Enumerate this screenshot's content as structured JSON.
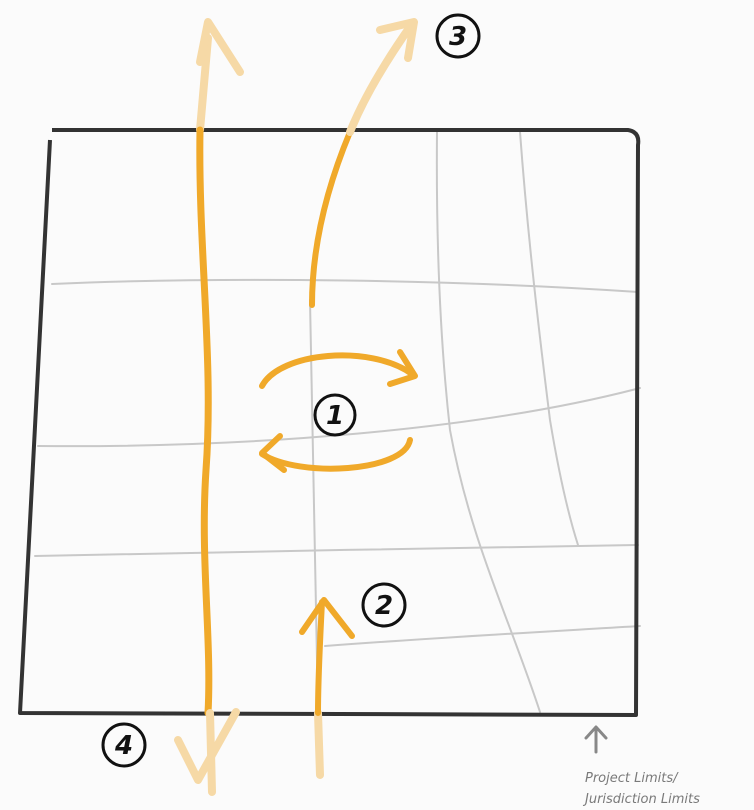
{
  "diagram": {
    "numbers": {
      "one": "1",
      "two": "2",
      "three": "3",
      "four": "4"
    },
    "caption": {
      "line1": "Project Limits/",
      "line2": "Jurisdiction Limits"
    },
    "colors": {
      "boundary": "#333333",
      "streets": "#c8c8c8",
      "trip_route": "#f0a92a",
      "trip_route_faded": "#f6d9a6",
      "caption_arrow": "#888888"
    }
  }
}
